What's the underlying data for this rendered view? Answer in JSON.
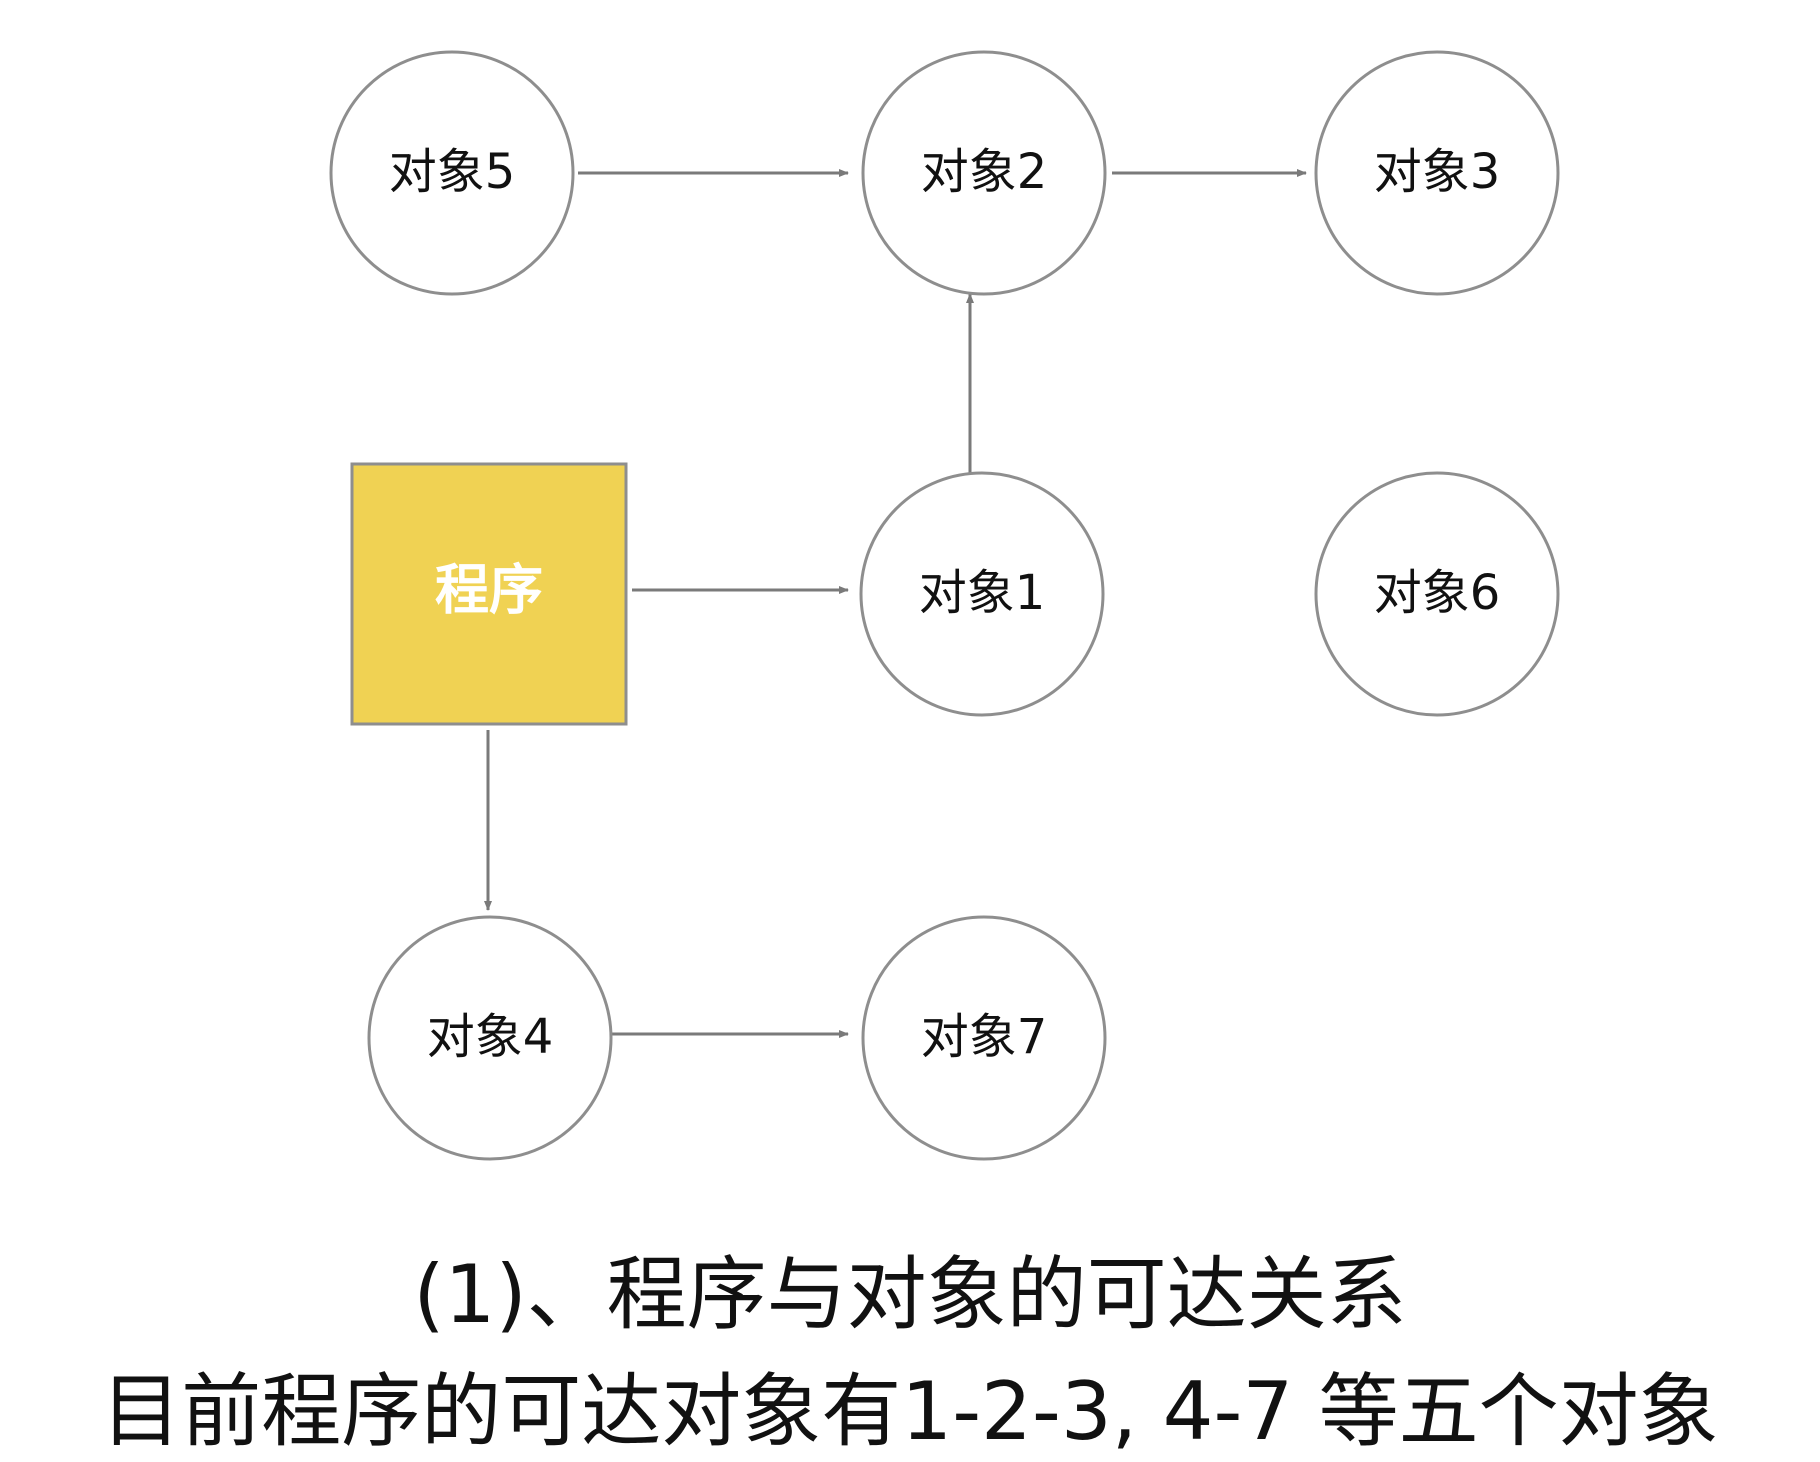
{
  "diagram": {
    "program": {
      "label": "程序"
    },
    "objects": [
      {
        "id": "obj5",
        "label": "对象5"
      },
      {
        "id": "obj2",
        "label": "对象2"
      },
      {
        "id": "obj3",
        "label": "对象3"
      },
      {
        "id": "obj1",
        "label": "对象1"
      },
      {
        "id": "obj6",
        "label": "对象6"
      },
      {
        "id": "obj4",
        "label": "对象4"
      },
      {
        "id": "obj7",
        "label": "对象7"
      }
    ],
    "edges": [
      {
        "from": "obj5",
        "to": "obj2"
      },
      {
        "from": "obj2",
        "to": "obj3"
      },
      {
        "from": "obj1",
        "to": "obj2"
      },
      {
        "from": "program",
        "to": "obj1"
      },
      {
        "from": "program",
        "to": "obj4"
      },
      {
        "from": "obj4",
        "to": "obj7"
      }
    ],
    "colors": {
      "program_fill": "#f0d253",
      "stroke": "#8e8e8e",
      "edge": "#7a7a7a"
    }
  },
  "caption": {
    "title": "(1)、程序与对象的可达关系",
    "description": "目前程序的可达对象有1-2-3, 4-7 等五个对象"
  }
}
